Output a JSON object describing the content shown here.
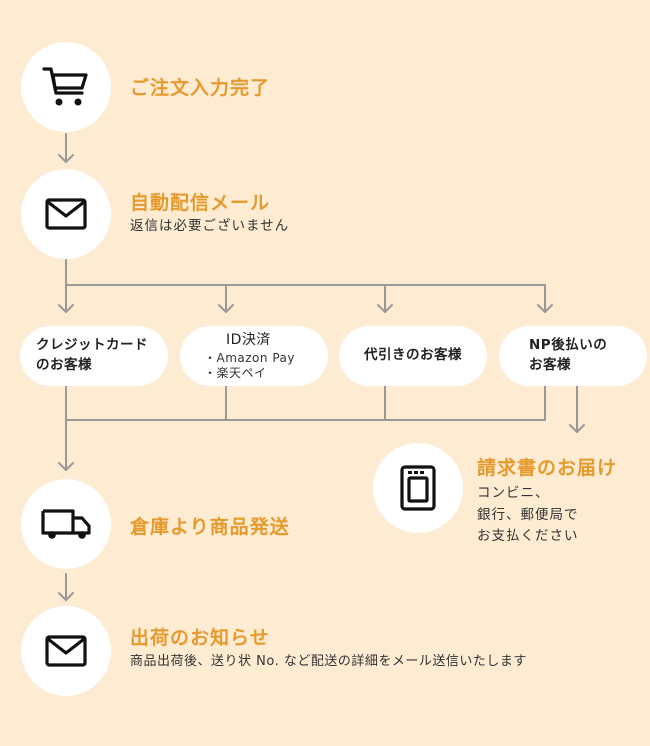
{
  "colors": {
    "background": "#fdebd2",
    "accent": "#e69a2e",
    "connector": "#9a9a9a",
    "text": "#222222"
  },
  "steps": {
    "order": {
      "icon": "cart-icon",
      "title": "ご注文入力完了"
    },
    "auto_mail": {
      "icon": "mail-icon",
      "title": "自動配信メール",
      "subtitle": "返信は必要ございません"
    },
    "ship": {
      "icon": "truck-icon",
      "title": "倉庫より商品発送"
    },
    "notice": {
      "icon": "mail-icon",
      "title": "出荷のお知らせ",
      "subtitle": "商品出荷後、送り状 No. など配送の詳細をメール送信いたします"
    },
    "invoice": {
      "icon": "invoice-icon",
      "title": "請求書のお届け",
      "lines": [
        "コンビニ、",
        "銀行、郵便局で",
        "お支払ください"
      ]
    }
  },
  "payments": {
    "credit": {
      "lines": [
        "クレジットカード",
        "のお客様"
      ]
    },
    "id": {
      "title": "ID決済",
      "options": [
        "・Amazon Pay",
        "・楽天ペイ"
      ]
    },
    "cod": {
      "lines": [
        "代引きのお客様"
      ]
    },
    "np": {
      "lines": [
        "NP後払いの",
        "お客様"
      ]
    }
  }
}
